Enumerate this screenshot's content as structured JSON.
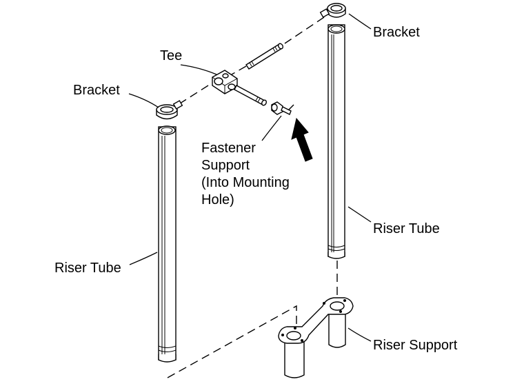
{
  "labels": {
    "bracket_right": "Bracket",
    "tee": "Tee",
    "bracket_left": "Bracket",
    "fastener_line1": "Fastener",
    "fastener_line2": "Support",
    "fastener_line3": "(Into Mounting",
    "fastener_line4": "Hole)",
    "riser_tube_right": "Riser Tube",
    "riser_tube_left": "Riser Tube",
    "riser_support": "Riser Support"
  }
}
